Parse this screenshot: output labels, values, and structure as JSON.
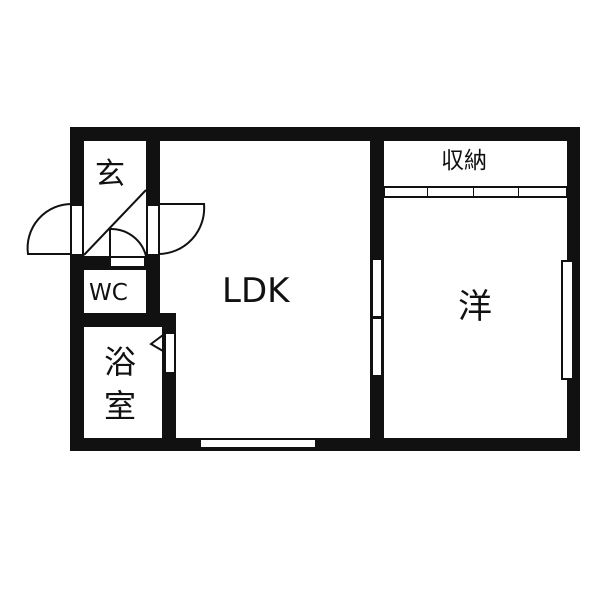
{
  "floor_plan": {
    "rooms": [
      {
        "id": "genkan",
        "label": "玄"
      },
      {
        "id": "wc",
        "label": "WC"
      },
      {
        "id": "bath",
        "label_line1": "浴",
        "label_line2": "室"
      },
      {
        "id": "ldk",
        "label": "LDK"
      },
      {
        "id": "storage",
        "label": "収納"
      },
      {
        "id": "western",
        "label": "洋"
      }
    ],
    "colors": {
      "wall": "#111111",
      "background": "#ffffff"
    }
  }
}
